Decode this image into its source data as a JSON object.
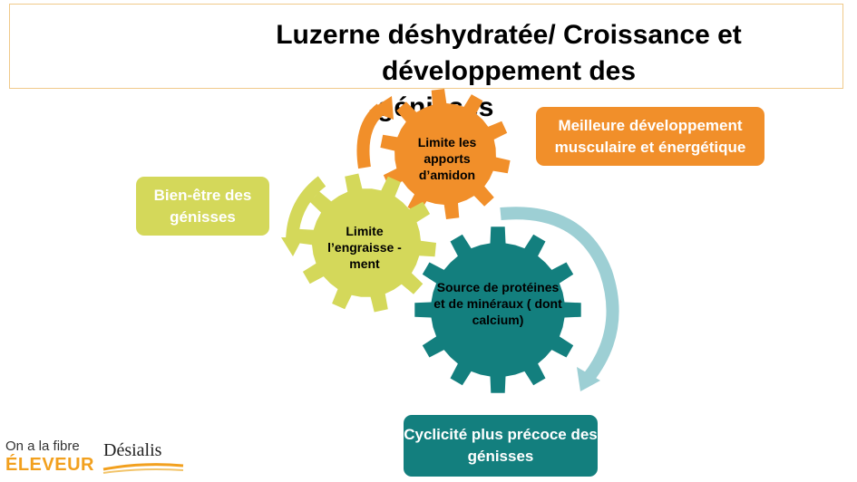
{
  "title": {
    "line1": "Luzerne déshydratée/ Croissance et développement des",
    "line2": "génisses"
  },
  "boxes": {
    "orange": "Meilleure développement musculaire et énergétique",
    "green": "Bien-être des génisses",
    "teal": "Cyclicité plus précoce des génisses"
  },
  "gears": {
    "orange": "Limite les apports d’amidon",
    "yellow": "Limite l’engraisse -ment",
    "teal": "Source de protéines et de minéraux ( dont calcium)"
  },
  "logos": {
    "left_line1": "On a la fibre",
    "left_line2": "ÉLEVEUR",
    "right": "Désialis"
  },
  "colors": {
    "orange": "#f18f2a",
    "green": "#d4d85a",
    "teal": "#137f7e",
    "teal_arrow": "#9dcfd4",
    "title_border": "#f0c98a"
  }
}
